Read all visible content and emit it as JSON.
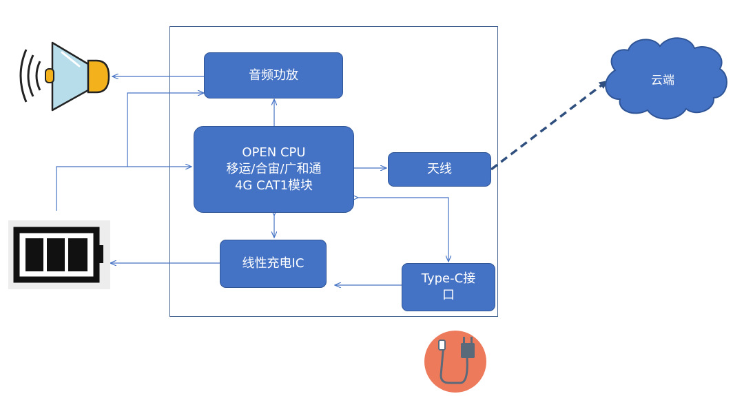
{
  "diagram": {
    "audio_amp": "音频功放",
    "cpu": {
      "line1": "OPEN CPU",
      "line2": "移运/合宙/广和通",
      "line3": "4G CAT1模块"
    },
    "antenna": "天线",
    "charger": "线性充电IC",
    "typec": {
      "line1": "Type-C接",
      "line2": "口"
    },
    "cloud": "云端"
  },
  "icons": {
    "speaker": "speaker-icon",
    "battery": "battery-icon",
    "cloud": "cloud-icon",
    "usb_charger": "usb-charger-icon"
  },
  "colors": {
    "box_fill": "#4472c4",
    "box_border": "#2f5597",
    "connector": "#4472c4",
    "speaker_body": "#b7dcea",
    "speaker_cap": "#f3b21c",
    "charger_circle": "#ee7a5c"
  }
}
